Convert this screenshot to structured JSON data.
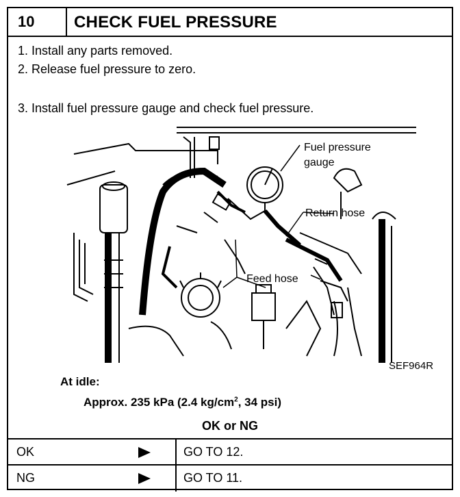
{
  "header": {
    "step_number": "10",
    "title": "CHECK FUEL PRESSURE"
  },
  "steps": [
    "1. Install any parts removed.",
    "2. Release fuel pressure to zero.",
    "3. Install fuel pressure gauge and check fuel pressure."
  ],
  "figure": {
    "labels": {
      "gauge_line1": "Fuel pressure",
      "gauge_line2": "gauge",
      "return_hose": "Return hose",
      "feed_hose": "Feed hose"
    },
    "code": "SEF964R"
  },
  "spec": {
    "label": "At idle:",
    "value_prefix": "Approx. 235 kPa (2.4 kg/cm",
    "value_sup": "2",
    "value_suffix": ", 34 psi)"
  },
  "decision": {
    "title": "OK or NG",
    "rows": [
      {
        "result": "OK",
        "action": "GO TO 12."
      },
      {
        "result": "NG",
        "action": "GO TO 11."
      }
    ]
  }
}
